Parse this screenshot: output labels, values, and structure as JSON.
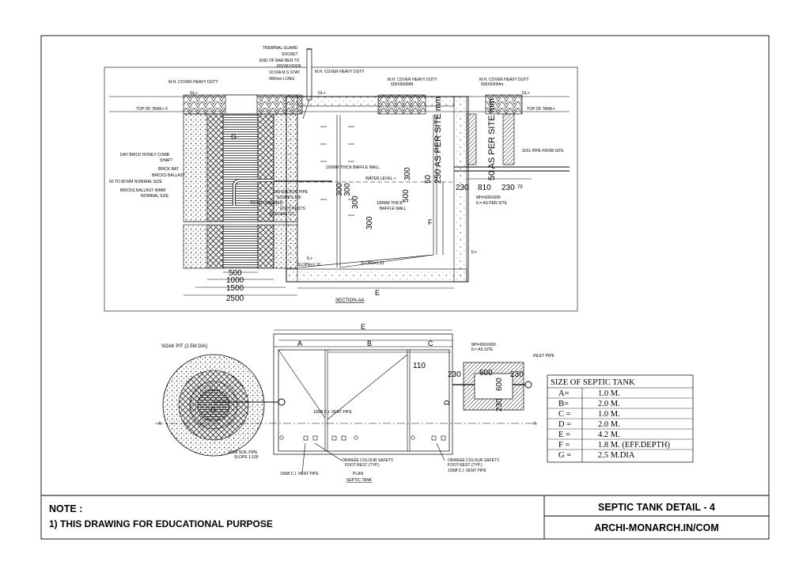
{
  "section": {
    "caption": "SECTION-AA",
    "labels": {
      "terminal_guard": "TREMINAL GUARD",
      "socket": "SOCKET",
      "end_of_bar": "END OF BAR BEN TO",
      "from_hook": "FROM HOOK",
      "ms_stay": "10 DIA M.S STAY",
      "ms_long": "900mm LONG",
      "mh_cover_1": "M.H. COVER HEAVY DUTY",
      "mh_cover_2": "M.H. COVER HEAVY DUTY",
      "mh_cover_3": "M.H. COVER HEAVY DUTY",
      "mh_cover_4": "M.H. COVER HEAVY DUTY",
      "mh_size_1": "600X600MM.",
      "mh_size_2": "600X600Mm.",
      "gl_left": "GL+",
      "gl_mid": "GL+",
      "gl_right": "GL+",
      "top_tank_left": "TOP OF TANK+ 0",
      "top_tank_right": "TOP OF TANK+",
      "honeycomb_1": "DAY BRICK HONEY COMB",
      "honeycomb_2": "SHAFT",
      "brick_bat": "BRICK BAT",
      "bricks_ballast_1": "BRICKS BALLAST",
      "bricks_ballast_2": "50 TO 80 MM NOMINAL SIZE",
      "bricks_ballast_3": "BRICKS BALLAST 40MM",
      "bricks_ballast_4": "NOMINAL SIZE",
      "baffle_1": "100MM THICK BAFFLE WALL",
      "baffle_2a": "100MM THICK",
      "baffle_2b": "BAFFLE WALL",
      "water_level": "WATER LEVEL +",
      "soil_pipe_outlet_1": "100 DIA SOIL PIPE",
      "soil_pipe_outlet_2": "SLOPE 1:100",
      "to_chamber": "TO UP CHAMBER",
      "foot_rests_1": "FOOT RESTS",
      "foot_rests_2": "@ 300MM C/C",
      "soil_pipe_site": "SOIL PIPE FROM SITE",
      "mh_600_1": "MH=600X600",
      "il_per_site": "IL= AS PER SITE",
      "il_lbl": "IL+",
      "il_lbl2": "IL+",
      "slope_1": "SLOPE=1:10",
      "slope_2": "SLOPE=1:10",
      "g": "G",
      "e": "E",
      "f": "F",
      "as_per_site_1": "250 AS PER SITE mm",
      "as_per_site_2": "50 AS PER SITE mm",
      "d230": "230",
      "d810": "810",
      "d230b": "230",
      "d75": "75",
      "d50": "50",
      "d300a": "300",
      "d300b": "300",
      "d300c": "300",
      "d300d": "300",
      "d500v": "500",
      "d300e": "300",
      "w500": "500",
      "w1000": "1000",
      "w1500": "1500",
      "w2500": "2500"
    }
  },
  "plan": {
    "caption_1": "PLAN",
    "caption_2": "SEPTIC TANK",
    "soak_pit": "SOAK PIT (2.5M DIA)",
    "g": "G",
    "a_left": "A",
    "a_right": "A",
    "e": "E",
    "a": "A",
    "b": "B",
    "c": "C",
    "d": "D",
    "d110": "110",
    "d230a": "230",
    "d600a": "600",
    "d230b": "230",
    "d600b": "600",
    "d230c": "230",
    "mh": "MH=600X600",
    "il": "IL= AS SITE",
    "inlet_pipe": "INLET PIPE",
    "vent_pipe_mid": "100Ø C.I. VENT PIPE",
    "soil_pipe_1": "100Ø SOIL PIPE",
    "soil_pipe_2": "SLOPE 1:100",
    "vent_pipe_left": "100Ø C.I. VENT PIPE",
    "vent_pipe_right": "100Ø C.I. VENT PIPE",
    "foot_rest_1a": "ORANGE COLOUR SAFETY.",
    "foot_rest_1b": "FOOT REST (TYP.)",
    "foot_rest_2a": "ORANGE COLOUR SAFETY.",
    "foot_rest_2b": "FOOT REST (TYP.)"
  },
  "size_table": {
    "title": "SIZE  OF  SEPTIC  TANK",
    "rows": [
      {
        "key": "A=",
        "value": "1.0  M."
      },
      {
        "key": "B=",
        "value": "2.0  M."
      },
      {
        "key": "C  =",
        "value": "1.0  M."
      },
      {
        "key": "D  =",
        "value": "2.0  M."
      },
      {
        "key": "E  =",
        "value": "4.2  M."
      },
      {
        "key": "F  =",
        "value": "1.8  M.  (EFF.DEPTH)"
      },
      {
        "key": "G  =",
        "value": "2.5  M.DIA"
      }
    ]
  },
  "footer": {
    "note_title": "NOTE :",
    "note_line": "1) THIS DRAWING FOR EDUCATIONAL PURPOSE",
    "sheet_title": "SEPTIC TANK DETAIL - 4",
    "website": "ARCHI-MONARCH.IN/COM"
  }
}
